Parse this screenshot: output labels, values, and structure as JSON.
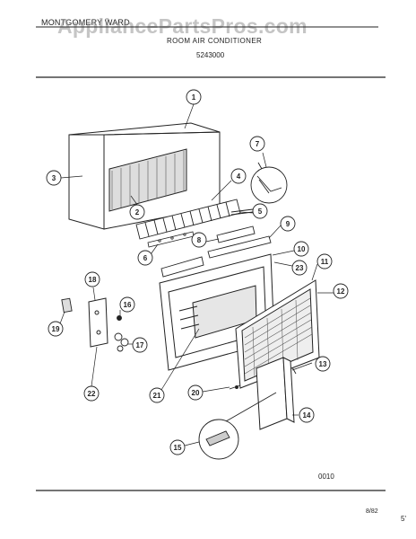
{
  "header": {
    "brand": "MONTGOMERY WARD",
    "title": "ROOM AIR CONDITIONER",
    "model": "5243000"
  },
  "watermark": "AppliancePartsPros.com",
  "footer": {
    "code": "0010",
    "date": "8/82",
    "corner_mark": "5'"
  },
  "callouts": [
    "1",
    "2",
    "3",
    "4",
    "5",
    "6",
    "7",
    "8",
    "9",
    "10",
    "11",
    "12",
    "13",
    "14",
    "15",
    "16",
    "17",
    "18",
    "19",
    "20",
    "21",
    "22",
    "23"
  ],
  "colors": {
    "ink": "#222222",
    "paper": "#ffffff",
    "watermark": "#969696"
  }
}
